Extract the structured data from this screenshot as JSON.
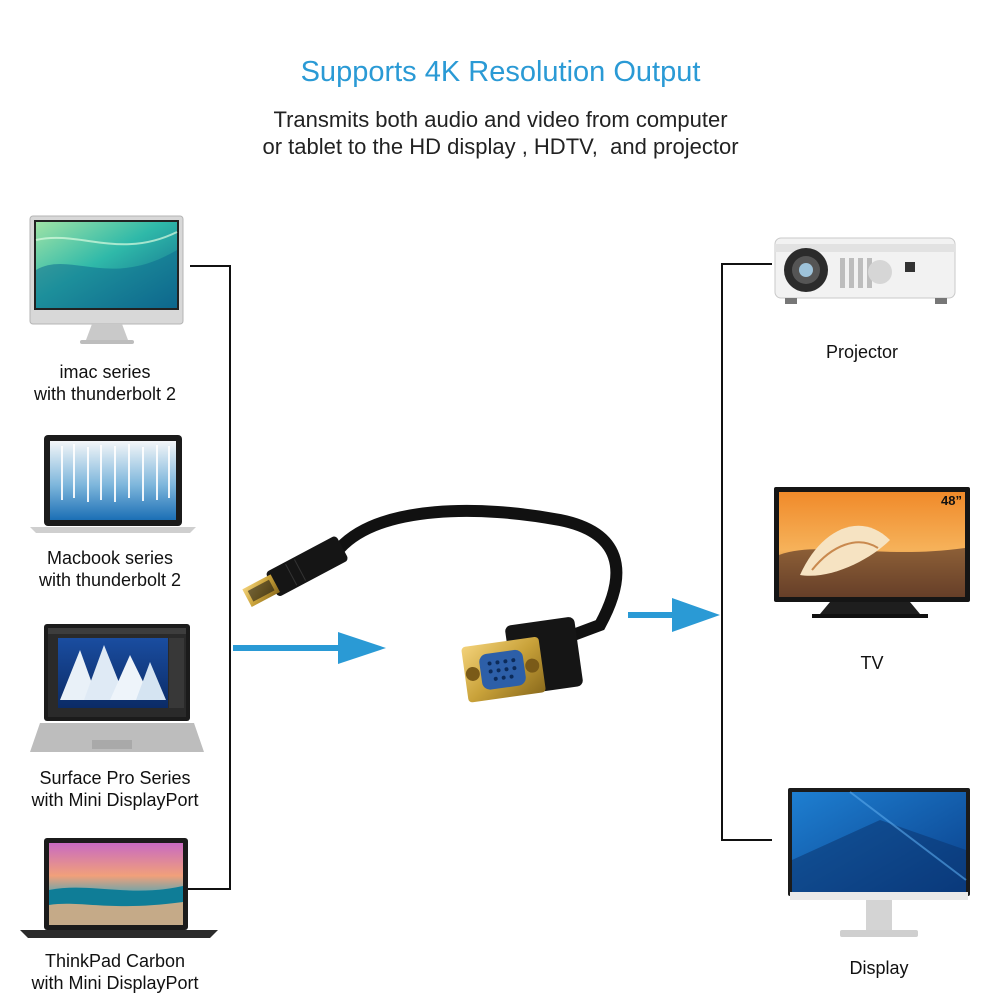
{
  "header": {
    "title": "Supports 4K Resolution Output",
    "subtitle_lines": [
      "Transmits both audio and video from computer",
      "or tablet to the HD display , HDTV,  and projector"
    ]
  },
  "sources": [
    {
      "line1": "imac series",
      "line2": "with thunderbolt 2"
    },
    {
      "line1": "Macbook series",
      "line2": "with thunderbolt 2"
    },
    {
      "line1": "Surface Pro Series",
      "line2": "with Mini DisplayPort"
    },
    {
      "line1": "ThinkPad Carbon",
      "line2": "with Mini DisplayPort"
    }
  ],
  "targets": [
    {
      "label": "Projector"
    },
    {
      "label": "TV",
      "badge": "48”"
    },
    {
      "label": "Display"
    }
  ],
  "colors": {
    "accent": "#2a9ad5",
    "cable": "#111111",
    "gold": "#c9a23a",
    "vga_blue": "#2d5fa8"
  }
}
